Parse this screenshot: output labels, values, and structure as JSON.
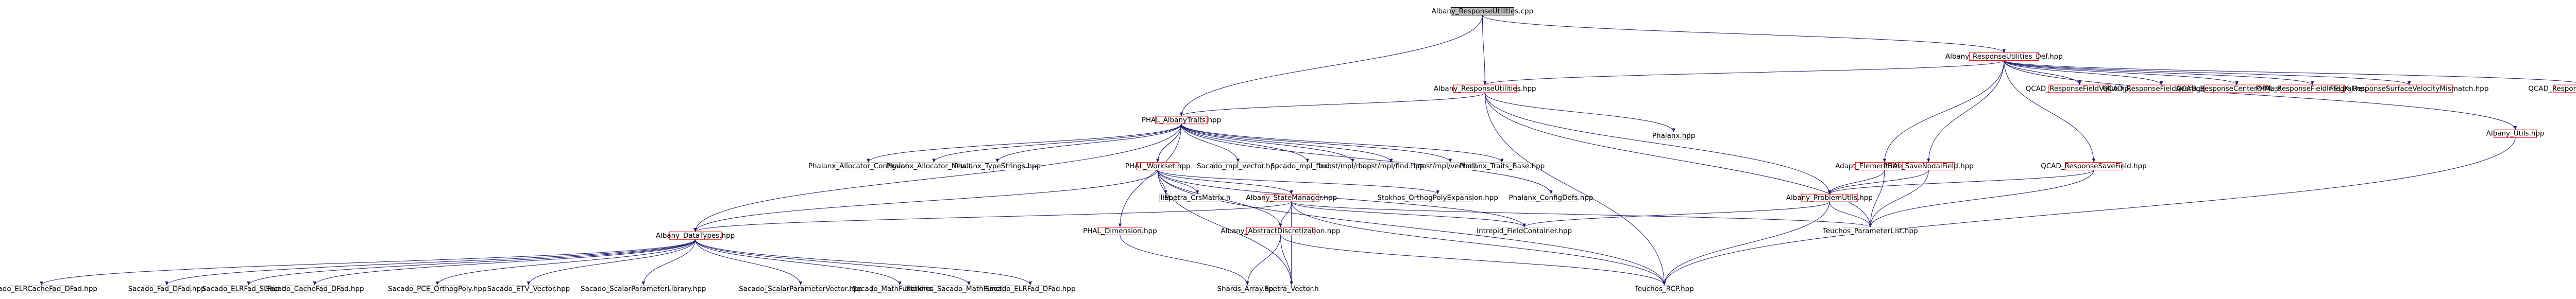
{
  "colors": {
    "edge": "#191970",
    "root_fill": "#bfbfbf",
    "root_border": "#000000",
    "local_border": "#ff0000",
    "system_border": "#bfbfbf",
    "text": "#000000"
  },
  "nodes": [
    {
      "id": "n0",
      "label": "Albany_ResponseUtilities.cpp",
      "kind": "root"
    },
    {
      "id": "n1",
      "label": "Albany_ResponseUtilities_Def.hpp",
      "kind": "local"
    },
    {
      "id": "n2",
      "label": "Albany_ResponseUtilities.hpp",
      "kind": "local"
    },
    {
      "id": "n3",
      "label": "QCAD_ResponseFieldValue.hpp",
      "kind": "local"
    },
    {
      "id": "n4",
      "label": "QCAD_ResponseFieldAverage.hpp",
      "kind": "local"
    },
    {
      "id": "n5",
      "label": "QCAD_ResponseCenterOfMass.hpp",
      "kind": "local"
    },
    {
      "id": "n6",
      "label": "PHAL_ResponseFieldIntegral.hpp",
      "kind": "local"
    },
    {
      "id": "n7",
      "label": "FELIX_ResponseSurfaceVelocityMismatch.hpp",
      "kind": "local"
    },
    {
      "id": "n8",
      "label": "QCAD_ResponseFieldIntegral.hpp",
      "kind": "local"
    },
    {
      "id": "n9",
      "label": "PHAL_AlbanyTraits.hpp",
      "kind": "local"
    },
    {
      "id": "n10",
      "label": "Phalanx.hpp",
      "kind": "system"
    },
    {
      "id": "n11",
      "label": "Albany_Utils.hpp",
      "kind": "local"
    },
    {
      "id": "n12",
      "label": "Adapt_ElementSizeField.hpp",
      "kind": "local"
    },
    {
      "id": "n13",
      "label": "PHAL_SaveNodalField.hpp",
      "kind": "local"
    },
    {
      "id": "n14",
      "label": "QCAD_ResponseSaveField.hpp",
      "kind": "local"
    },
    {
      "id": "n15",
      "label": "Phalanx_Allocator_Contiguous.hpp",
      "kind": "system"
    },
    {
      "id": "n16",
      "label": "Phalanx_Allocator_New.hpp",
      "kind": "system"
    },
    {
      "id": "n17",
      "label": "Phalanx_TypeStrings.hpp",
      "kind": "system"
    },
    {
      "id": "n18",
      "label": "PHAL_Workset.hpp",
      "kind": "local"
    },
    {
      "id": "n19",
      "label": "Sacado_mpl_vector.hpp",
      "kind": "system"
    },
    {
      "id": "n20",
      "label": "Sacado_mpl_find.hpp",
      "kind": "system"
    },
    {
      "id": "n21",
      "label": "boost/mpl/map.hpp",
      "kind": "system"
    },
    {
      "id": "n22",
      "label": "boost/mpl/find.hpp",
      "kind": "system"
    },
    {
      "id": "n23",
      "label": "boost/mpl/vector.hpp",
      "kind": "system"
    },
    {
      "id": "n24",
      "label": "Phalanx_Traits_Base.hpp",
      "kind": "system"
    },
    {
      "id": "n25",
      "label": "Phalanx_ConfigDefs.hpp",
      "kind": "system"
    },
    {
      "id": "n26",
      "label": "Albany_ProblemUtils.hpp",
      "kind": "local"
    },
    {
      "id": "n27",
      "label": "list",
      "kind": "system"
    },
    {
      "id": "n28",
      "label": "Epetra_CrsMatrix.h",
      "kind": "system"
    },
    {
      "id": "n29",
      "label": "Albany_StateManager.hpp",
      "kind": "local"
    },
    {
      "id": "n30",
      "label": "Stokhos_OrthogPolyExpansion.hpp",
      "kind": "system"
    },
    {
      "id": "n31",
      "label": "Albany_DataTypes.hpp",
      "kind": "local"
    },
    {
      "id": "n32",
      "label": "PHAL_Dimension.hpp",
      "kind": "local"
    },
    {
      "id": "n33",
      "label": "Albany_AbstractDiscretization.hpp",
      "kind": "local"
    },
    {
      "id": "n34",
      "label": "Intrepid_FieldContainer.hpp",
      "kind": "system"
    },
    {
      "id": "n35",
      "label": "Teuchos_ParameterList.hpp",
      "kind": "system"
    },
    {
      "id": "n36",
      "label": "Sacado_ELRCacheFad_DFad.hpp",
      "kind": "system"
    },
    {
      "id": "n37",
      "label": "Sacado_Fad_DFad.hpp",
      "kind": "system"
    },
    {
      "id": "n38",
      "label": "Sacado_ELRFad_SLFad.hpp",
      "kind": "system"
    },
    {
      "id": "n39",
      "label": "Sacado_CacheFad_DFad.hpp",
      "kind": "system"
    },
    {
      "id": "n40",
      "label": "Sacado_PCE_OrthogPoly.hpp",
      "kind": "system"
    },
    {
      "id": "n41",
      "label": "Sacado_ETV_Vector.hpp",
      "kind": "system"
    },
    {
      "id": "n42",
      "label": "Sacado_ScalarParameterLibrary.hpp",
      "kind": "system"
    },
    {
      "id": "n43",
      "label": "Sacado_ScalarParameterVector.hpp",
      "kind": "system"
    },
    {
      "id": "n44",
      "label": "Sacado_MathFunctions.hpp",
      "kind": "system"
    },
    {
      "id": "n45",
      "label": "Stokhos_Sacado_MathFunctions.hpp",
      "kind": "system"
    },
    {
      "id": "n46",
      "label": "Sacado_ELRFad_DFad.hpp",
      "kind": "system"
    },
    {
      "id": "n47",
      "label": "Shards_Array.hpp",
      "kind": "system"
    },
    {
      "id": "n48",
      "label": "Epetra_Vector.h",
      "kind": "system"
    },
    {
      "id": "n49",
      "label": "Teuchos_RCP.hpp",
      "kind": "system"
    }
  ],
  "edges": [
    [
      "n0",
      "n1"
    ],
    [
      "n0",
      "n2"
    ],
    [
      "n0",
      "n9"
    ],
    [
      "n1",
      "n2"
    ],
    [
      "n1",
      "n3"
    ],
    [
      "n1",
      "n4"
    ],
    [
      "n1",
      "n5"
    ],
    [
      "n1",
      "n6"
    ],
    [
      "n1",
      "n7"
    ],
    [
      "n1",
      "n8"
    ],
    [
      "n1",
      "n11"
    ],
    [
      "n1",
      "n12"
    ],
    [
      "n1",
      "n13"
    ],
    [
      "n1",
      "n14"
    ],
    [
      "n2",
      "n9"
    ],
    [
      "n2",
      "n10"
    ],
    [
      "n2",
      "n26"
    ],
    [
      "n2",
      "n35"
    ],
    [
      "n2",
      "n49"
    ],
    [
      "n9",
      "n15"
    ],
    [
      "n9",
      "n16"
    ],
    [
      "n9",
      "n17"
    ],
    [
      "n9",
      "n18"
    ],
    [
      "n9",
      "n19"
    ],
    [
      "n9",
      "n20"
    ],
    [
      "n9",
      "n21"
    ],
    [
      "n9",
      "n22"
    ],
    [
      "n9",
      "n23"
    ],
    [
      "n9",
      "n24"
    ],
    [
      "n9",
      "n25"
    ],
    [
      "n9",
      "n31"
    ],
    [
      "n9",
      "n32"
    ],
    [
      "n18",
      "n9"
    ],
    [
      "n18",
      "n27"
    ],
    [
      "n18",
      "n28"
    ],
    [
      "n18",
      "n29"
    ],
    [
      "n18",
      "n30"
    ],
    [
      "n18",
      "n31"
    ],
    [
      "n18",
      "n33"
    ],
    [
      "n18",
      "n34"
    ],
    [
      "n18",
      "n48"
    ],
    [
      "n18",
      "n49"
    ],
    [
      "n29",
      "n31"
    ],
    [
      "n29",
      "n33"
    ],
    [
      "n29",
      "n34"
    ],
    [
      "n29",
      "n35"
    ],
    [
      "n29",
      "n48"
    ],
    [
      "n29",
      "n49"
    ],
    [
      "n33",
      "n47"
    ],
    [
      "n33",
      "n48"
    ],
    [
      "n33",
      "n49"
    ],
    [
      "n32",
      "n47"
    ],
    [
      "n31",
      "n36"
    ],
    [
      "n31",
      "n37"
    ],
    [
      "n31",
      "n38"
    ],
    [
      "n31",
      "n39"
    ],
    [
      "n31",
      "n40"
    ],
    [
      "n31",
      "n41"
    ],
    [
      "n31",
      "n42"
    ],
    [
      "n31",
      "n43"
    ],
    [
      "n31",
      "n44"
    ],
    [
      "n31",
      "n45"
    ],
    [
      "n31",
      "n46"
    ],
    [
      "n11",
      "n49"
    ],
    [
      "n12",
      "n26"
    ],
    [
      "n12",
      "n35"
    ],
    [
      "n13",
      "n26"
    ],
    [
      "n13",
      "n35"
    ],
    [
      "n14",
      "n26"
    ],
    [
      "n14",
      "n35"
    ],
    [
      "n26",
      "n34"
    ],
    [
      "n26",
      "n35"
    ],
    [
      "n26",
      "n49"
    ]
  ]
}
